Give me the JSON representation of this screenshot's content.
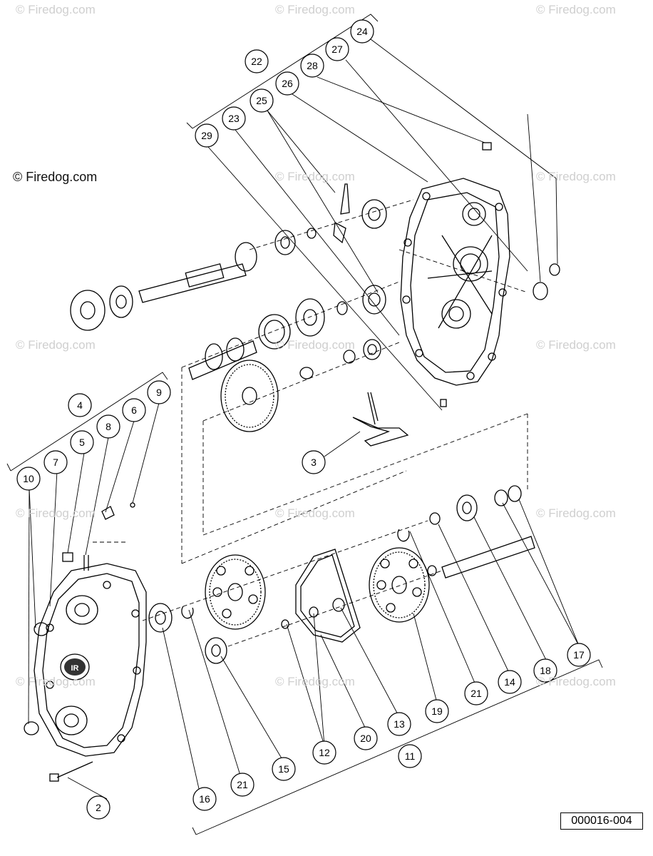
{
  "watermark": {
    "text": "© Firedog.com"
  },
  "figure_id": "000016-004",
  "callouts": [
    "2",
    "3",
    "4",
    "5",
    "6",
    "7",
    "8",
    "9",
    "10",
    "11",
    "12",
    "13",
    "14",
    "15",
    "16",
    "17",
    "18",
    "19",
    "20",
    "21",
    "21",
    "22",
    "23",
    "24",
    "25",
    "26",
    "27",
    "28",
    "29"
  ],
  "colors": {
    "line": "#000000",
    "watermark": "#cfcfcf",
    "background": "#ffffff"
  }
}
